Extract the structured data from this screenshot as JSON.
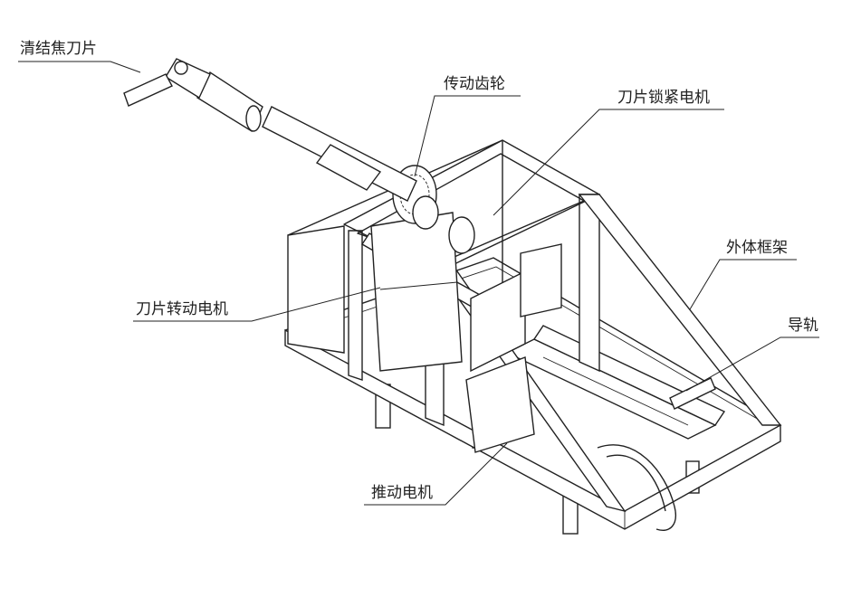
{
  "labels": {
    "blade": "清结焦刀片",
    "gear": "传动齿轮",
    "lock_motor": "刀片锁紧电机",
    "frame": "外体框架",
    "rail": "导轨",
    "rotate_motor": "刀片转动电机",
    "push_motor": "推动电机"
  }
}
